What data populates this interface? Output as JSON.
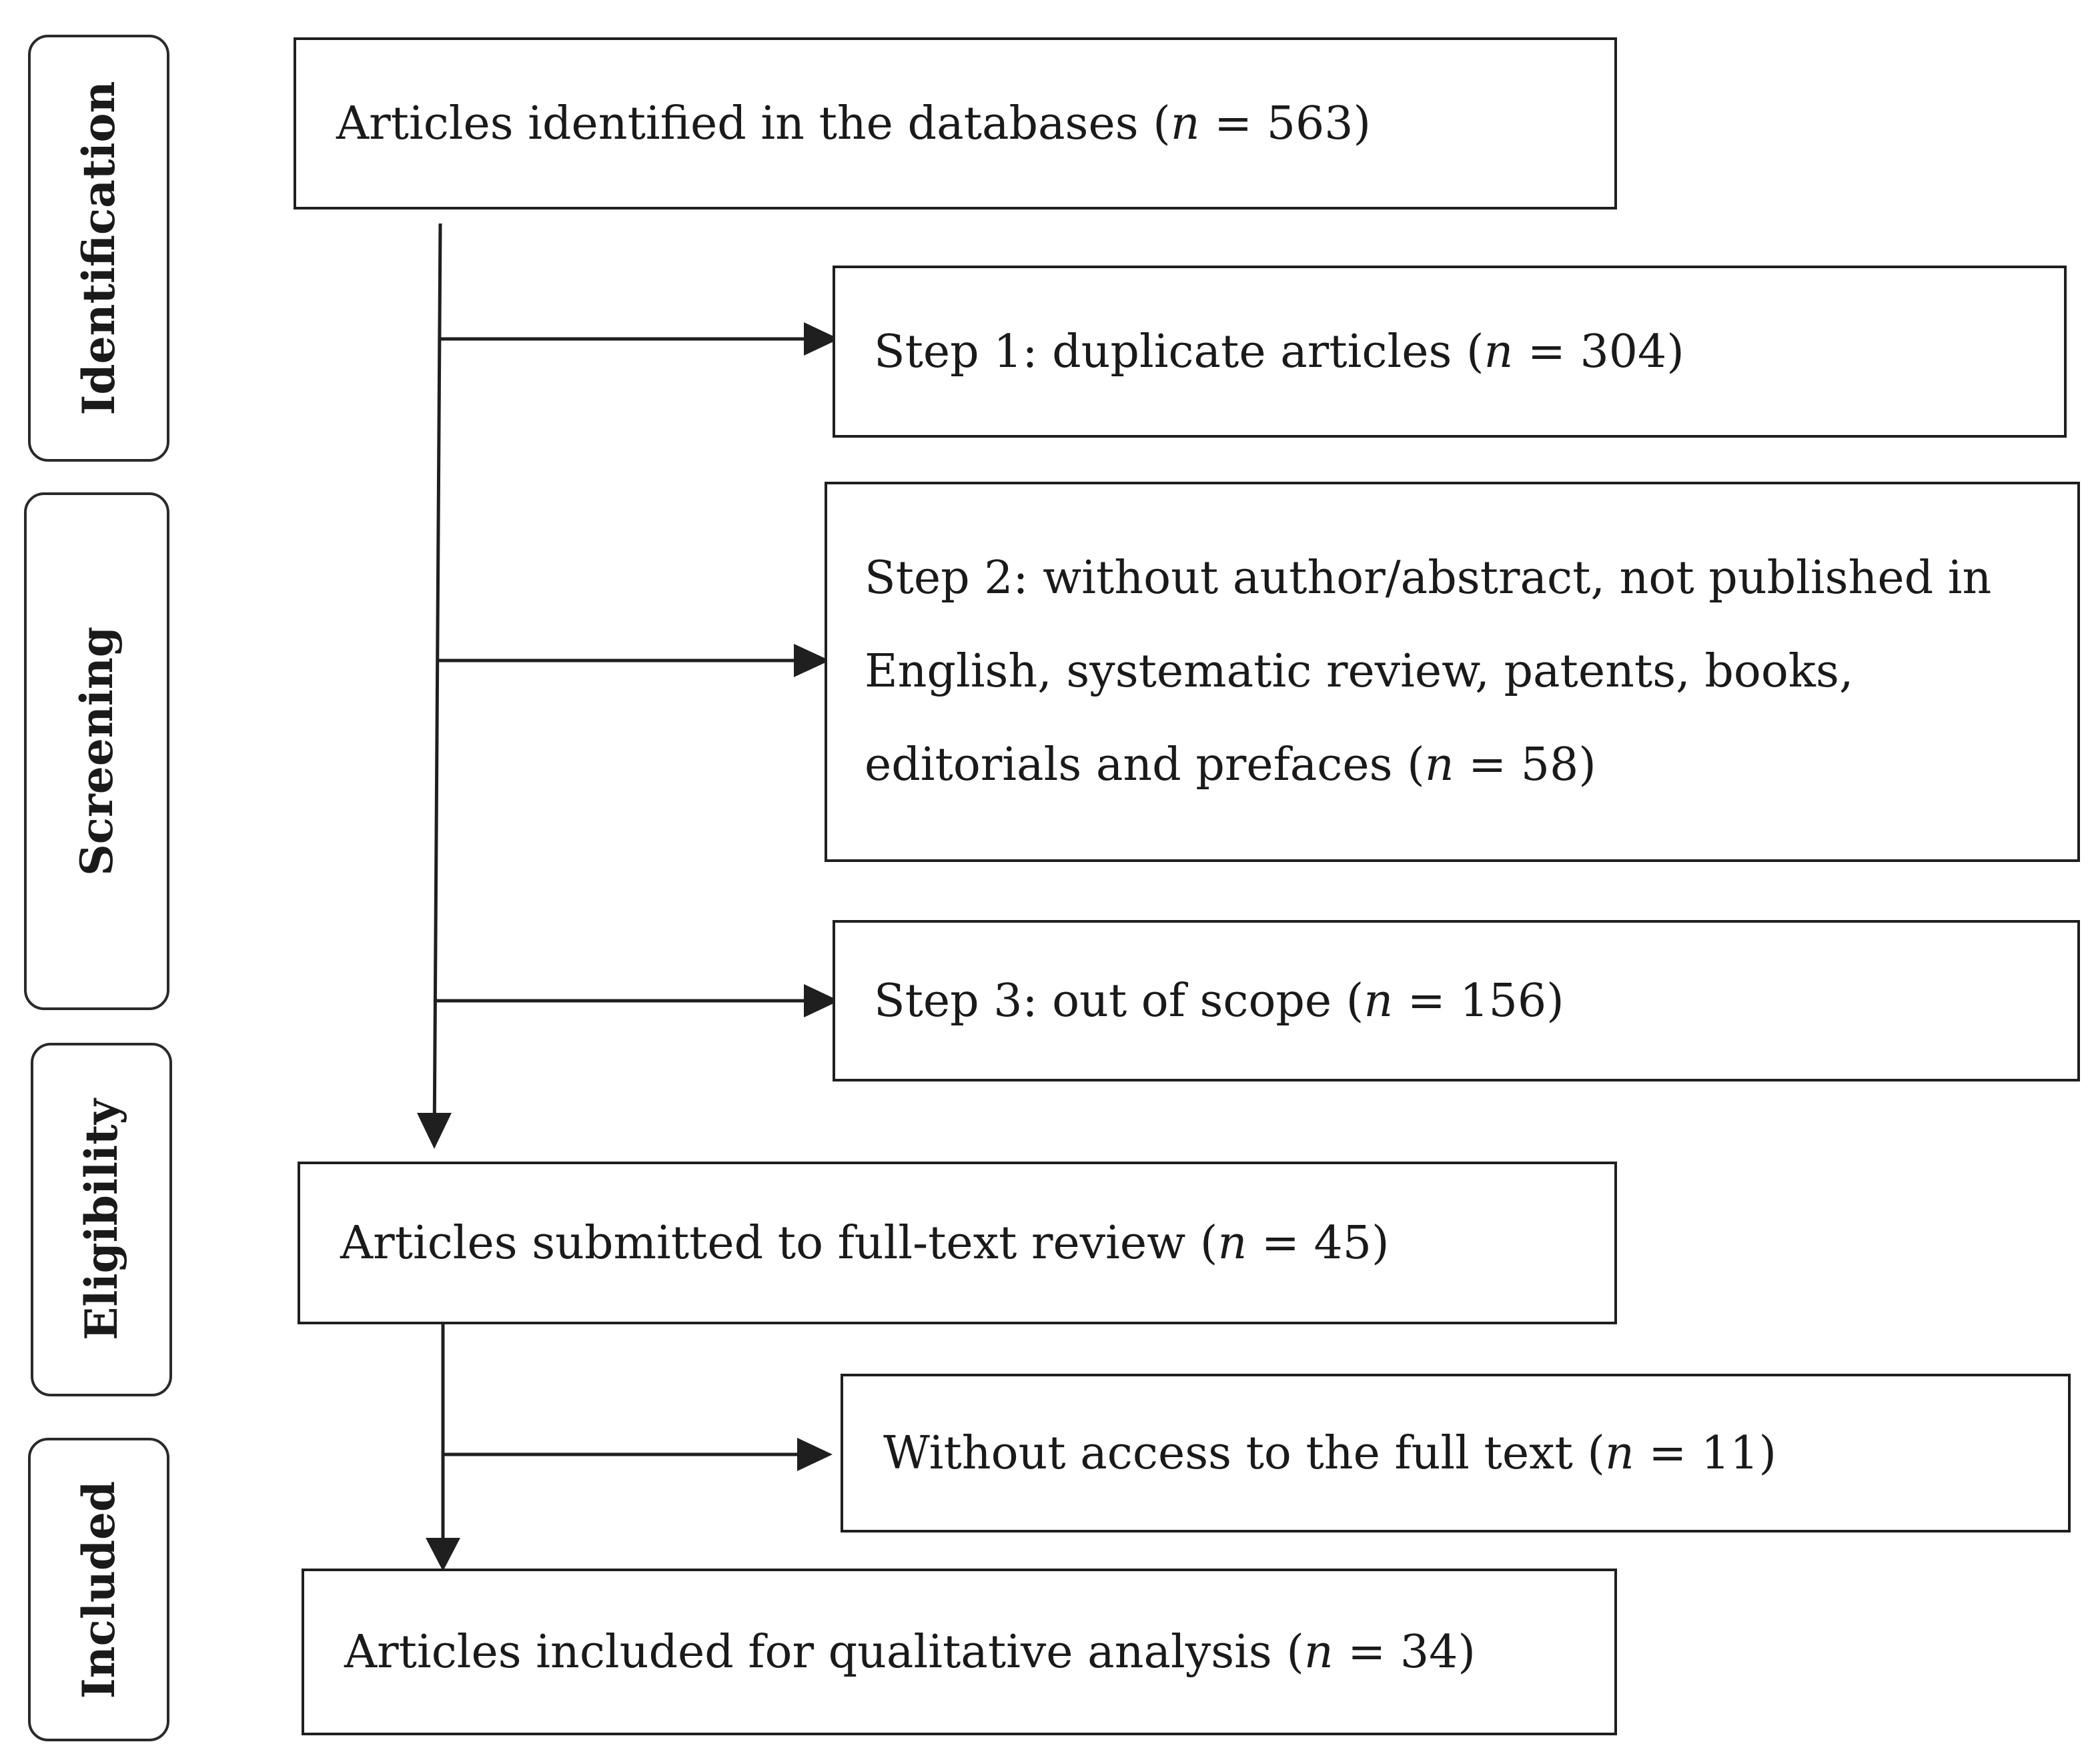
{
  "stages": [
    {
      "id": "identification",
      "label": "Identification"
    },
    {
      "id": "screening",
      "label": "Screening"
    },
    {
      "id": "eligibility",
      "label": "Eligibility"
    },
    {
      "id": "included",
      "label": "Included"
    }
  ],
  "boxes": {
    "identified": {
      "prefix": "Articles identified in the databases (",
      "n_symbol": "n",
      "suffix": " = 563)"
    },
    "step1": {
      "prefix": "Step 1: duplicate articles (",
      "n_symbol": "n",
      "suffix": " = 304)"
    },
    "step2": {
      "prefix": "Step 2: without author/abstract, not published in English, systematic review, patents, books, editorials and prefaces (",
      "n_symbol": "n",
      "suffix": " = 58)"
    },
    "step3": {
      "prefix": "Step 3: out of scope (",
      "n_symbol": "n",
      "suffix": " = 156)"
    },
    "full_text": {
      "prefix": "Articles submitted to full-text review (",
      "n_symbol": "n",
      "suffix": " = 45)"
    },
    "no_access": {
      "prefix": "Without access to the full text (",
      "n_symbol": "n",
      "suffix": " = 11)"
    },
    "included": {
      "prefix": "Articles included for qualitative analysis (",
      "n_symbol": "n",
      "suffix": " = 34)"
    }
  },
  "colors": {
    "line": "#1f1f1f",
    "background": "#ffffff",
    "text": "#1a1a1a"
  }
}
